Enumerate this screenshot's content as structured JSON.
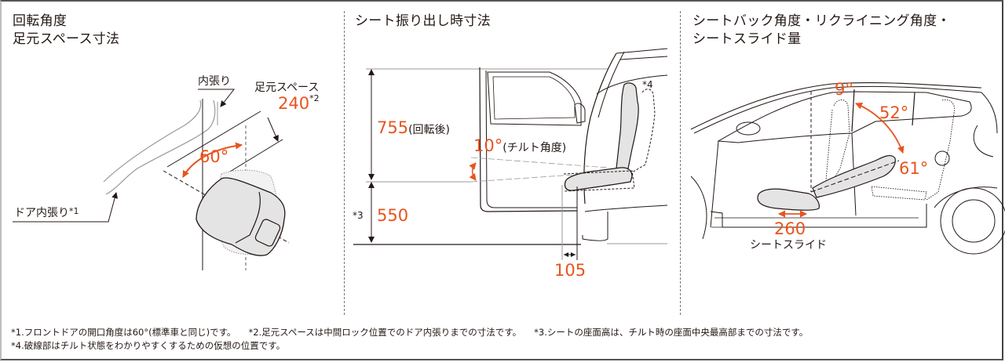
{
  "colors": {
    "accent": "#e8541e",
    "text": "#231815",
    "seat_fill": "#e4e4e4",
    "line": "#231815"
  },
  "panels": [
    {
      "id": "rotation",
      "title_line1": "回転角度",
      "title_line2": "足元スペース寸法",
      "labels": {
        "inner_trim": "内張り",
        "foot_space": "足元スペース",
        "foot_space_value": "240",
        "foot_space_note": "*2",
        "door_trim": "ドア内張り",
        "door_trim_note": "*1",
        "angle_value": "60°"
      }
    },
    {
      "id": "swing-out",
      "title": "シート振り出し時寸法",
      "labels": {
        "height_after_value": "755",
        "height_after_label": "(回転後)",
        "tilt_value": "10°",
        "tilt_label": "(チルト角度)",
        "seat_height_note": "*3",
        "seat_height_value": "550",
        "offset_value": "105",
        "dashed_note": "*4"
      }
    },
    {
      "id": "seatback",
      "title_line1": "シートバック角度・リクライニング角度・",
      "title_line2": "シートスライド量",
      "labels": {
        "seatback_angle": "9°",
        "recline_angle": "52°",
        "recline_total": "61°",
        "slide_value": "260",
        "slide_label": "シートスライド"
      }
    }
  ],
  "footnotes": [
    "*1.フロントドアの開口角度は60°(標準車と同じ)です。",
    "*2.足元スペースは中間ロック位置でのドア内張りまでの寸法です。",
    "*3.シートの座面高は、チルト時の座面中央最高部までの寸法です。",
    "*4.破線部はチルト状態をわかりやすくするための仮想の位置です。"
  ]
}
